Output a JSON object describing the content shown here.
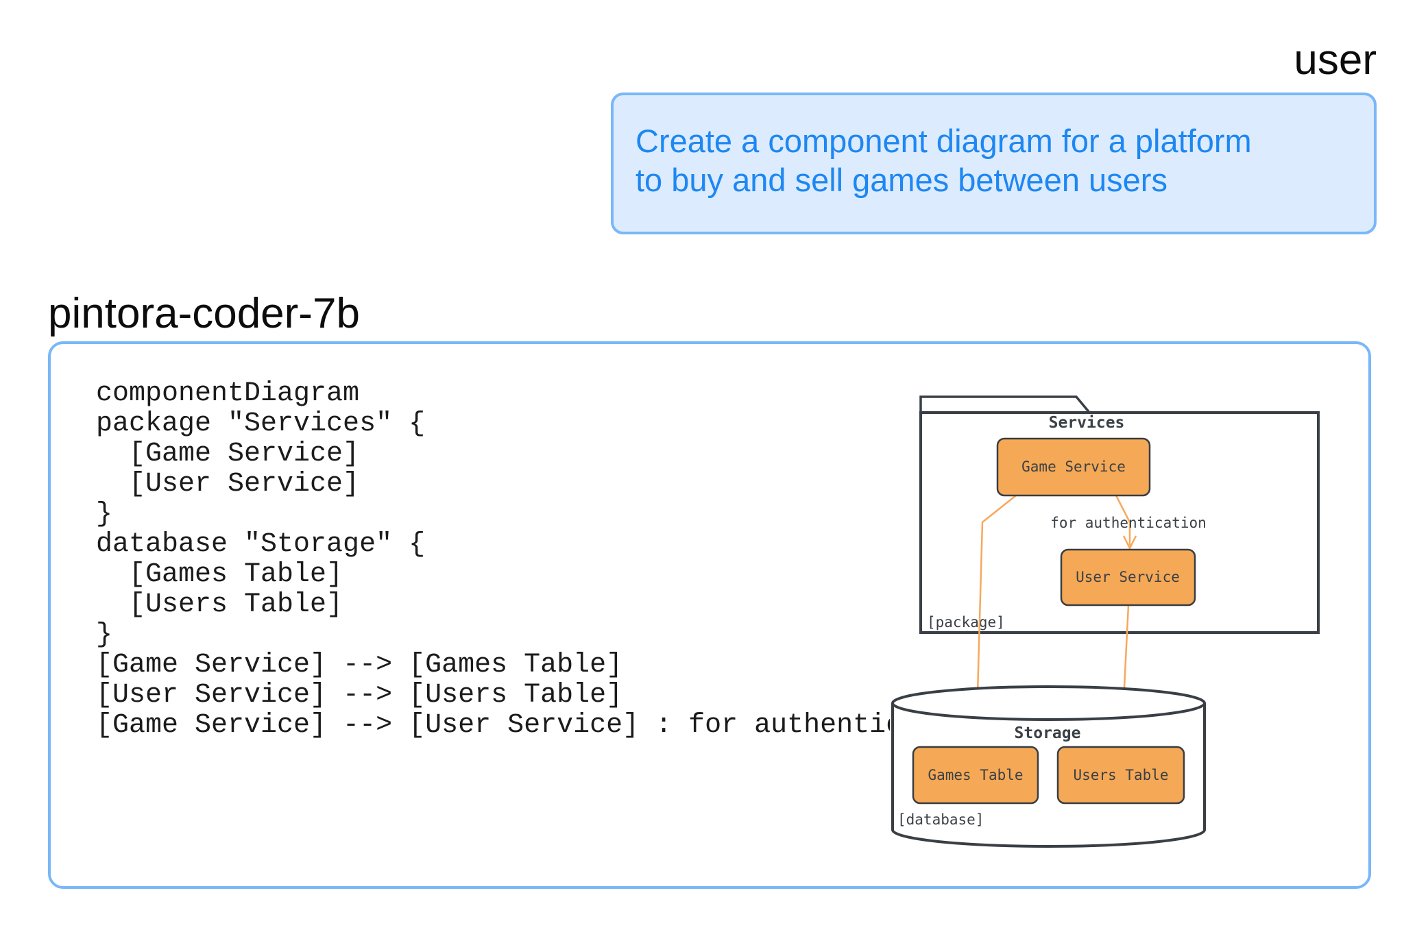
{
  "user_turn": {
    "speaker": "user",
    "message_lines": [
      "Create a component diagram for a platform",
      "to buy and sell games between users"
    ]
  },
  "model_turn": {
    "speaker": "pintora-coder-7b",
    "code_lines": [
      "componentDiagram",
      "package \"Services\" {",
      "  [Game Service]",
      "  [User Service]",
      "}",
      "database \"Storage\" {",
      "  [Games Table]",
      "  [Users Table]",
      "}",
      "[Game Service] --> [Games Table]",
      "[User Service] --> [Users Table]",
      "[Game Service] --> [User Service] : for authentication"
    ]
  },
  "diagram": {
    "package_title": "Services",
    "package_stereotype": "[package]",
    "node_game_service": "Game Service",
    "node_user_service": "User Service",
    "edge_label": "for authentication",
    "database_title": "Storage",
    "database_stereotype": "[database]",
    "node_games_table": "Games Table",
    "node_users_table": "Users Table"
  },
  "colors": {
    "accent_blue_border": "#79b7f8",
    "bubble_fill": "#dcebfd",
    "bubble_text_blue": "#1d87f2",
    "node_fill_orange": "#f5a855",
    "node_stroke_dark": "#383d43",
    "outline_dark": "#3a3f46",
    "arrow_orange": "#f8a85c"
  }
}
